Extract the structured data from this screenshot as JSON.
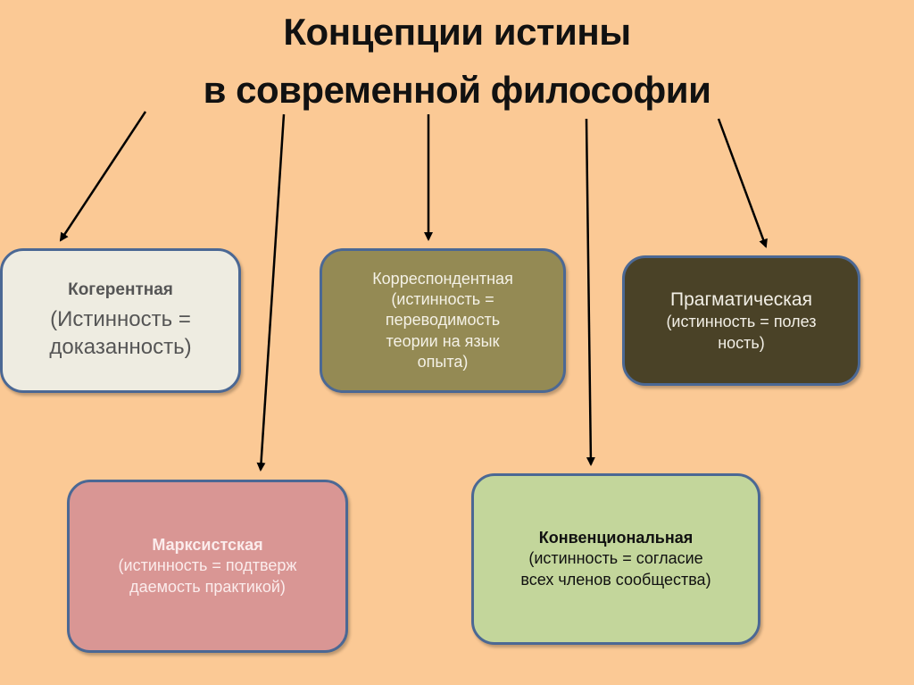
{
  "title": {
    "line1": "Концепции истины",
    "line2": "в современной философии"
  },
  "concepts": [
    {
      "name": "Когерентная",
      "lines": [
        "(Истинность =",
        "доказанность)"
      ],
      "color": "#eeece1"
    },
    {
      "name": "Корреспондентная",
      "lines": [
        "(истинность =",
        "переводимость",
        "теории на язык",
        "опыта)"
      ],
      "color": "#948a54"
    },
    {
      "name": "Прагматическая",
      "lines": [
        "(истинность = полез",
        "ность)"
      ],
      "color": "#4a4227"
    },
    {
      "name": "Марксистская",
      "lines": [
        "(истинность = подтверж",
        "даемость практикой)"
      ],
      "color": "#d99694"
    },
    {
      "name": "Конвенциональная",
      "lines": [
        "(истинность = согласие",
        "всех членов сообщества)"
      ],
      "color": "#c3d69b"
    }
  ]
}
